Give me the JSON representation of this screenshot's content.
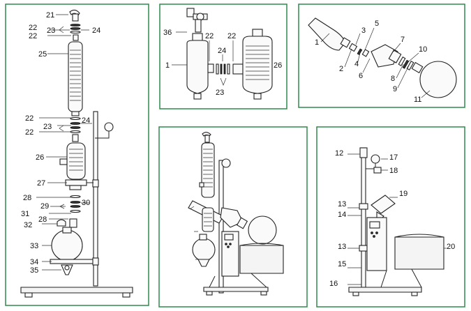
{
  "panels": {
    "main_assembly": {
      "labels": [
        "21",
        "23",
        "24",
        "22",
        "22",
        "25",
        "22",
        "23",
        "24",
        "22",
        "26",
        "27",
        "28",
        "29",
        "30",
        "31",
        "28",
        "32",
        "33",
        "34",
        "35"
      ]
    },
    "condenser_detail": {
      "labels": [
        "36",
        "22",
        "22",
        "24",
        "1",
        "23",
        "26"
      ]
    },
    "flask_detail": {
      "labels": [
        "3",
        "5",
        "1",
        "7",
        "2",
        "4",
        "10",
        "6",
        "8",
        "9",
        "11"
      ]
    },
    "assembled_view": {
      "labels": []
    },
    "base_detail": {
      "labels": [
        "12",
        "17",
        "18",
        "19",
        "13",
        "14",
        "13",
        "20",
        "15",
        "16"
      ]
    }
  },
  "colors": {
    "frame": "#2e8a4a",
    "line": "#222222"
  }
}
